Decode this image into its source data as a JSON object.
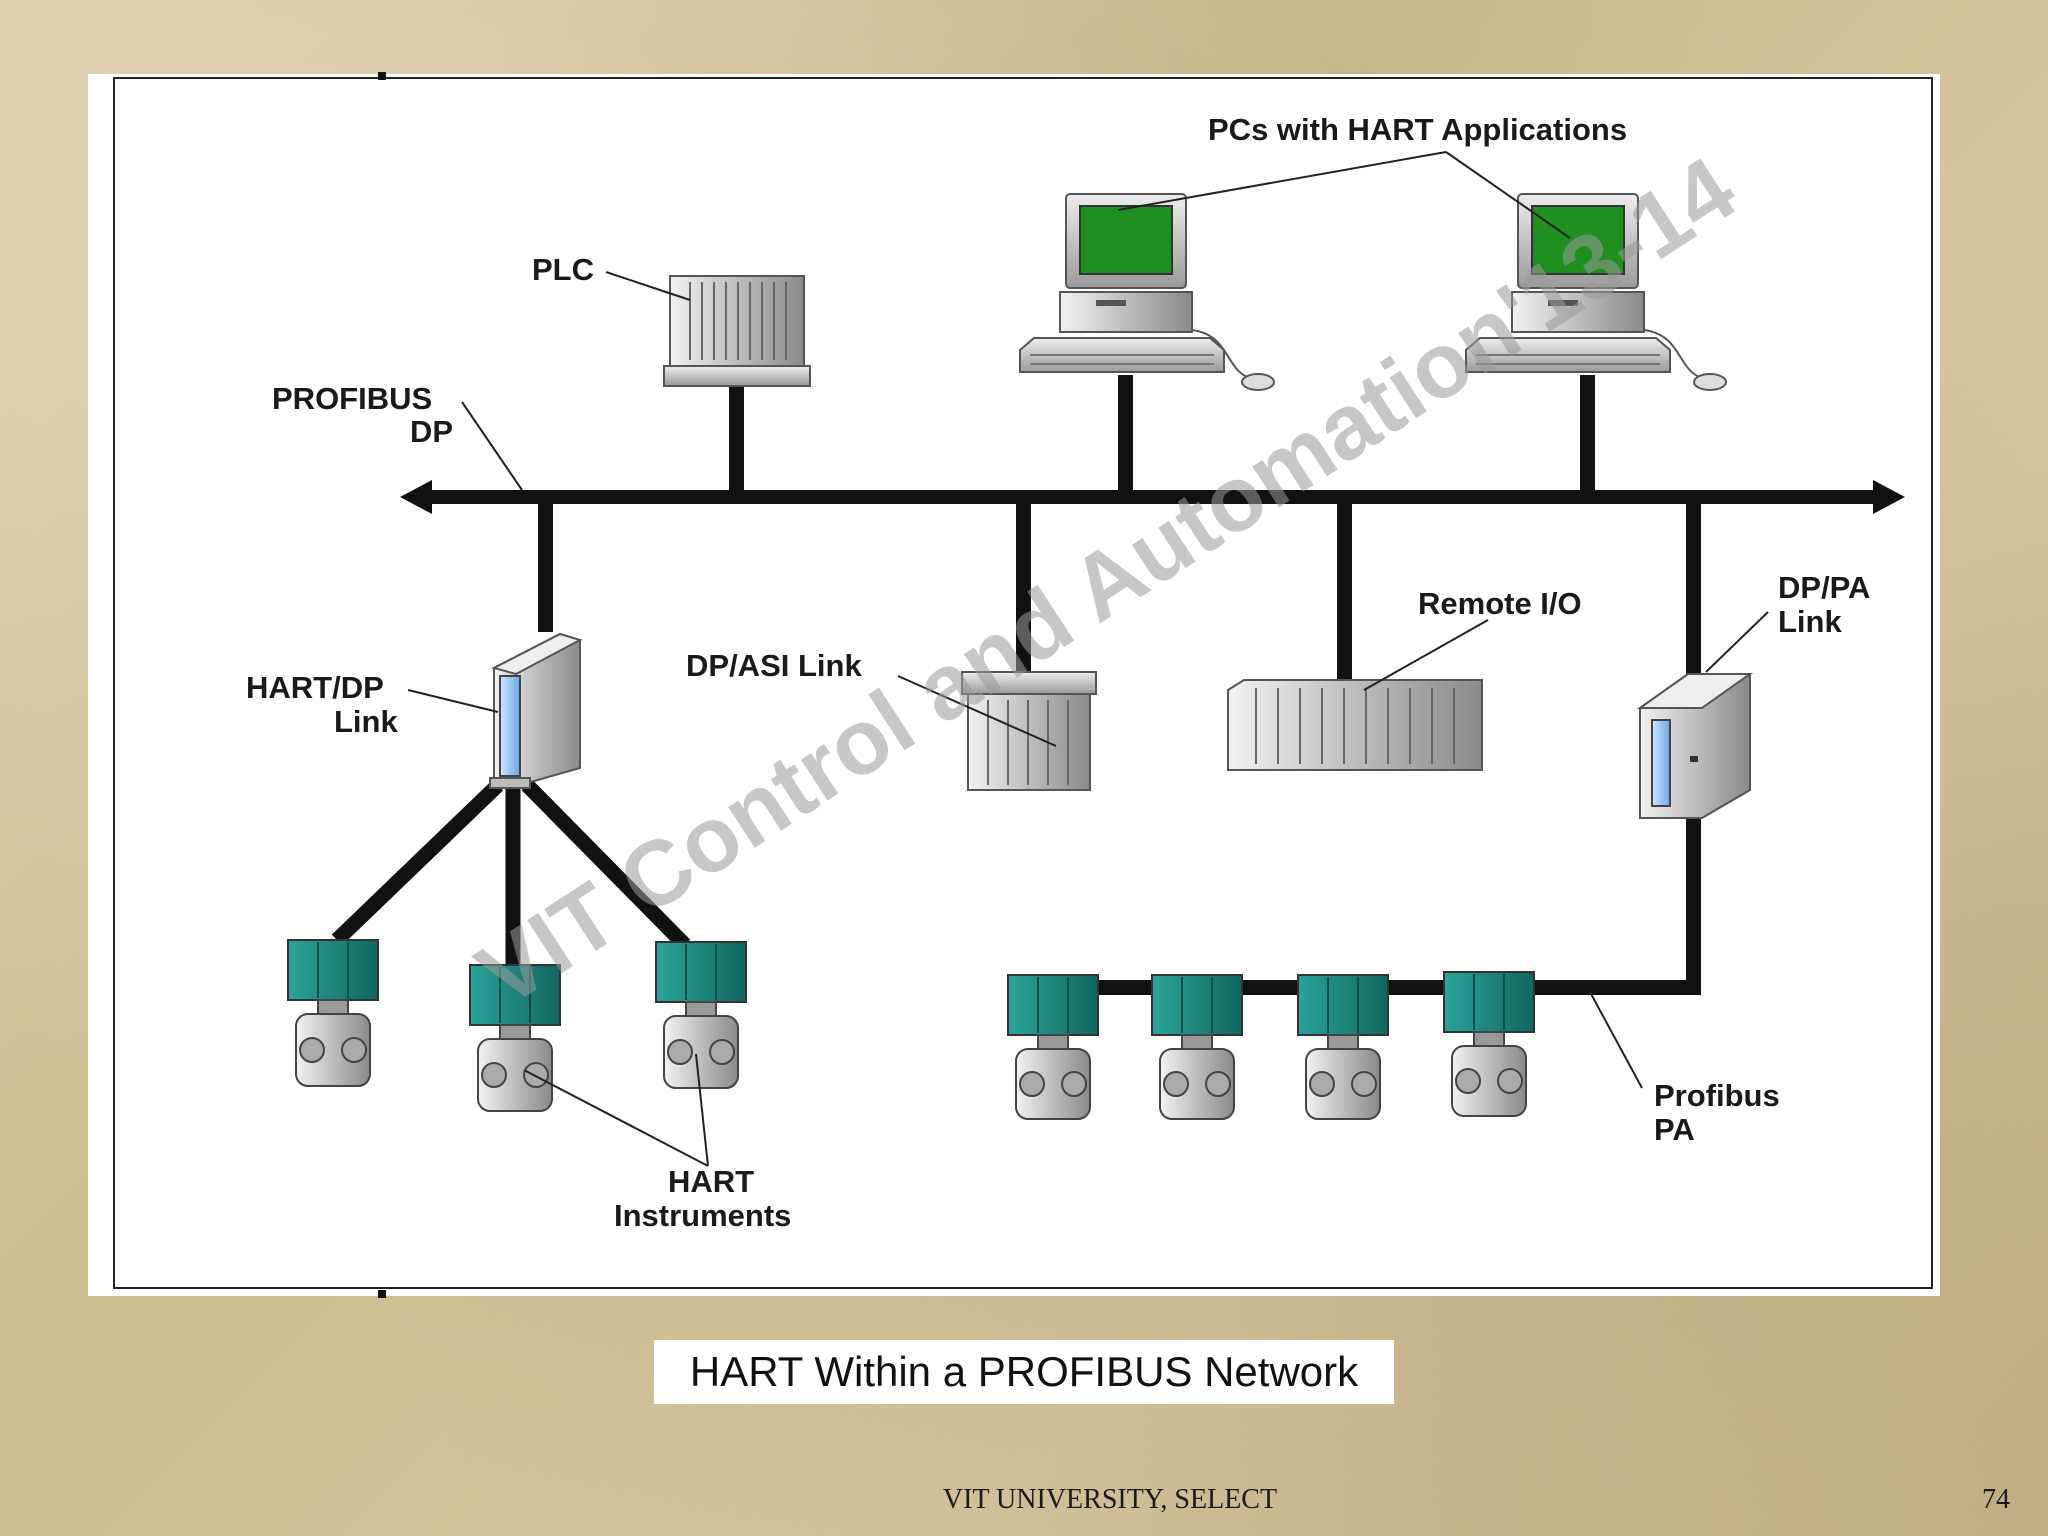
{
  "diagram": {
    "labels": {
      "pcs": "PCs with HART Applications",
      "plc": "PLC",
      "profibus_dp_1": "PROFIBUS",
      "profibus_dp_2": "DP",
      "remote_io": "Remote I/O",
      "dp_pa_1": "DP/PA",
      "dp_pa_2": "Link",
      "hart_dp_1": "HART/DP",
      "hart_dp_2": "Link",
      "dp_asi": "DP/ASI Link",
      "hart_instr_1": "HART",
      "hart_instr_2": "Instruments",
      "profibus_pa_1": "Profibus",
      "profibus_pa_2": "PA"
    },
    "watermark": "VIT Control and Automation'13-14",
    "colors": {
      "screen": "#1f8f1f",
      "instrument": "#1e8a80",
      "bus": "#111111"
    }
  },
  "caption": "HART Within a PROFIBUS Network",
  "footer": {
    "center": "VIT UNIVERSITY, SELECT",
    "page": "74"
  }
}
